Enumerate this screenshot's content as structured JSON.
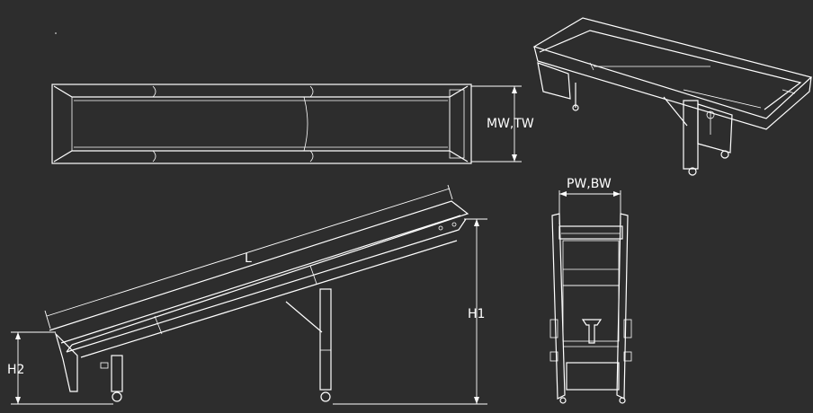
{
  "labels": {
    "mw_tw": "MW,TW",
    "length": "L",
    "h1": "H1",
    "h2": "H2",
    "pw_bw": "PW,BW"
  },
  "colors": {
    "background": "#2d2d2d",
    "line": "#ffffff"
  }
}
